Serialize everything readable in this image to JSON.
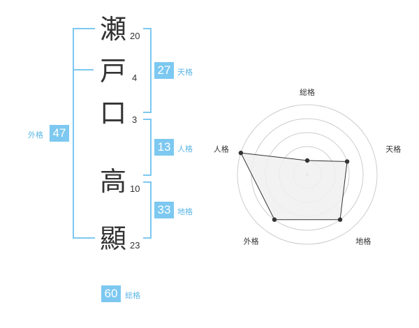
{
  "name": {
    "characters": [
      {
        "char": "瀬",
        "strokes": "20"
      },
      {
        "char": "戸",
        "strokes": "4"
      },
      {
        "char": "口",
        "strokes": "3"
      },
      {
        "char": "高",
        "strokes": "10"
      },
      {
        "char": "顯",
        "strokes": "23"
      }
    ]
  },
  "fortune": {
    "tenkaku": {
      "value": "27",
      "label": "天格"
    },
    "jinkaku": {
      "value": "13",
      "label": "人格"
    },
    "chikaku": {
      "value": "33",
      "label": "地格"
    },
    "gaikaku": {
      "value": "47",
      "label": "外格"
    },
    "soukaku": {
      "value": "60",
      "label": "総格"
    }
  },
  "chart_data": {
    "type": "radar",
    "axes": [
      "総格",
      "天格",
      "地格",
      "外格",
      "人格"
    ],
    "values": [
      1,
      3,
      4,
      4,
      5
    ],
    "range": [
      0,
      5
    ],
    "rings": 5,
    "colors": {
      "fill": "#f0f0f0",
      "line": "#333333",
      "ring": "#cccccc",
      "point": "#333333"
    }
  }
}
